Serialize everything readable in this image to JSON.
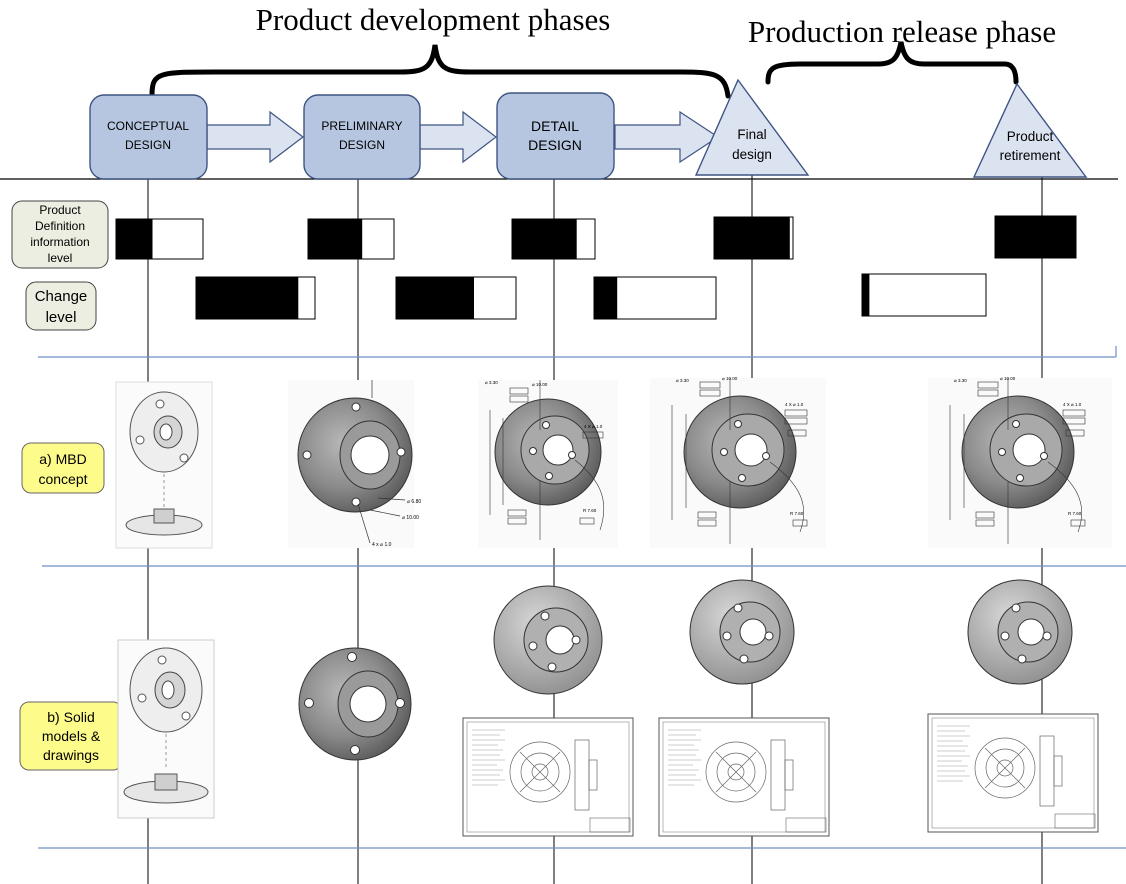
{
  "titles": {
    "development": "Product development phases",
    "release": "Production release phase"
  },
  "stages": [
    {
      "lines": [
        "CONCEPTUAL",
        "DESIGN"
      ]
    },
    {
      "lines": [
        "PRELIMINARY",
        "DESIGN"
      ]
    },
    {
      "lines": [
        "DETAIL",
        "DESIGN"
      ]
    },
    {
      "lines": [
        "Final",
        "design"
      ]
    },
    {
      "lines": [
        "Product",
        "retirement"
      ]
    }
  ],
  "row_labels": {
    "definition": [
      "Product",
      "Definition",
      "information",
      "level"
    ],
    "change": [
      "Change",
      "level"
    ],
    "mbd": [
      "a) MBD",
      "concept"
    ],
    "solid": [
      "b) Solid",
      "models &",
      "drawings"
    ]
  },
  "definition_levels": [
    0.42,
    0.63,
    0.78,
    0.96,
    1.0
  ],
  "change_levels": [
    0.86,
    0.65,
    0.19,
    0.06
  ],
  "drawing_annotations": {
    "preliminary": [
      "⌀ 6.80",
      "⌀ 10.00",
      "4 x ⌀ 1.0"
    ],
    "detail_dims": [
      "⌀ 3.30",
      "⌀ 10.00",
      "4 X ⌀ 1.0",
      "R 7.60"
    ]
  },
  "colors": {
    "box_fill": "#b7c6e0",
    "box_stroke": "#3e5583",
    "triangle_fill": "#dce3f0",
    "label_fill_green": "#ebeee0",
    "label_fill_yellow": "#fdfb8a",
    "blue_rule": "#6d8fc8",
    "bar_fill": "#000000"
  }
}
